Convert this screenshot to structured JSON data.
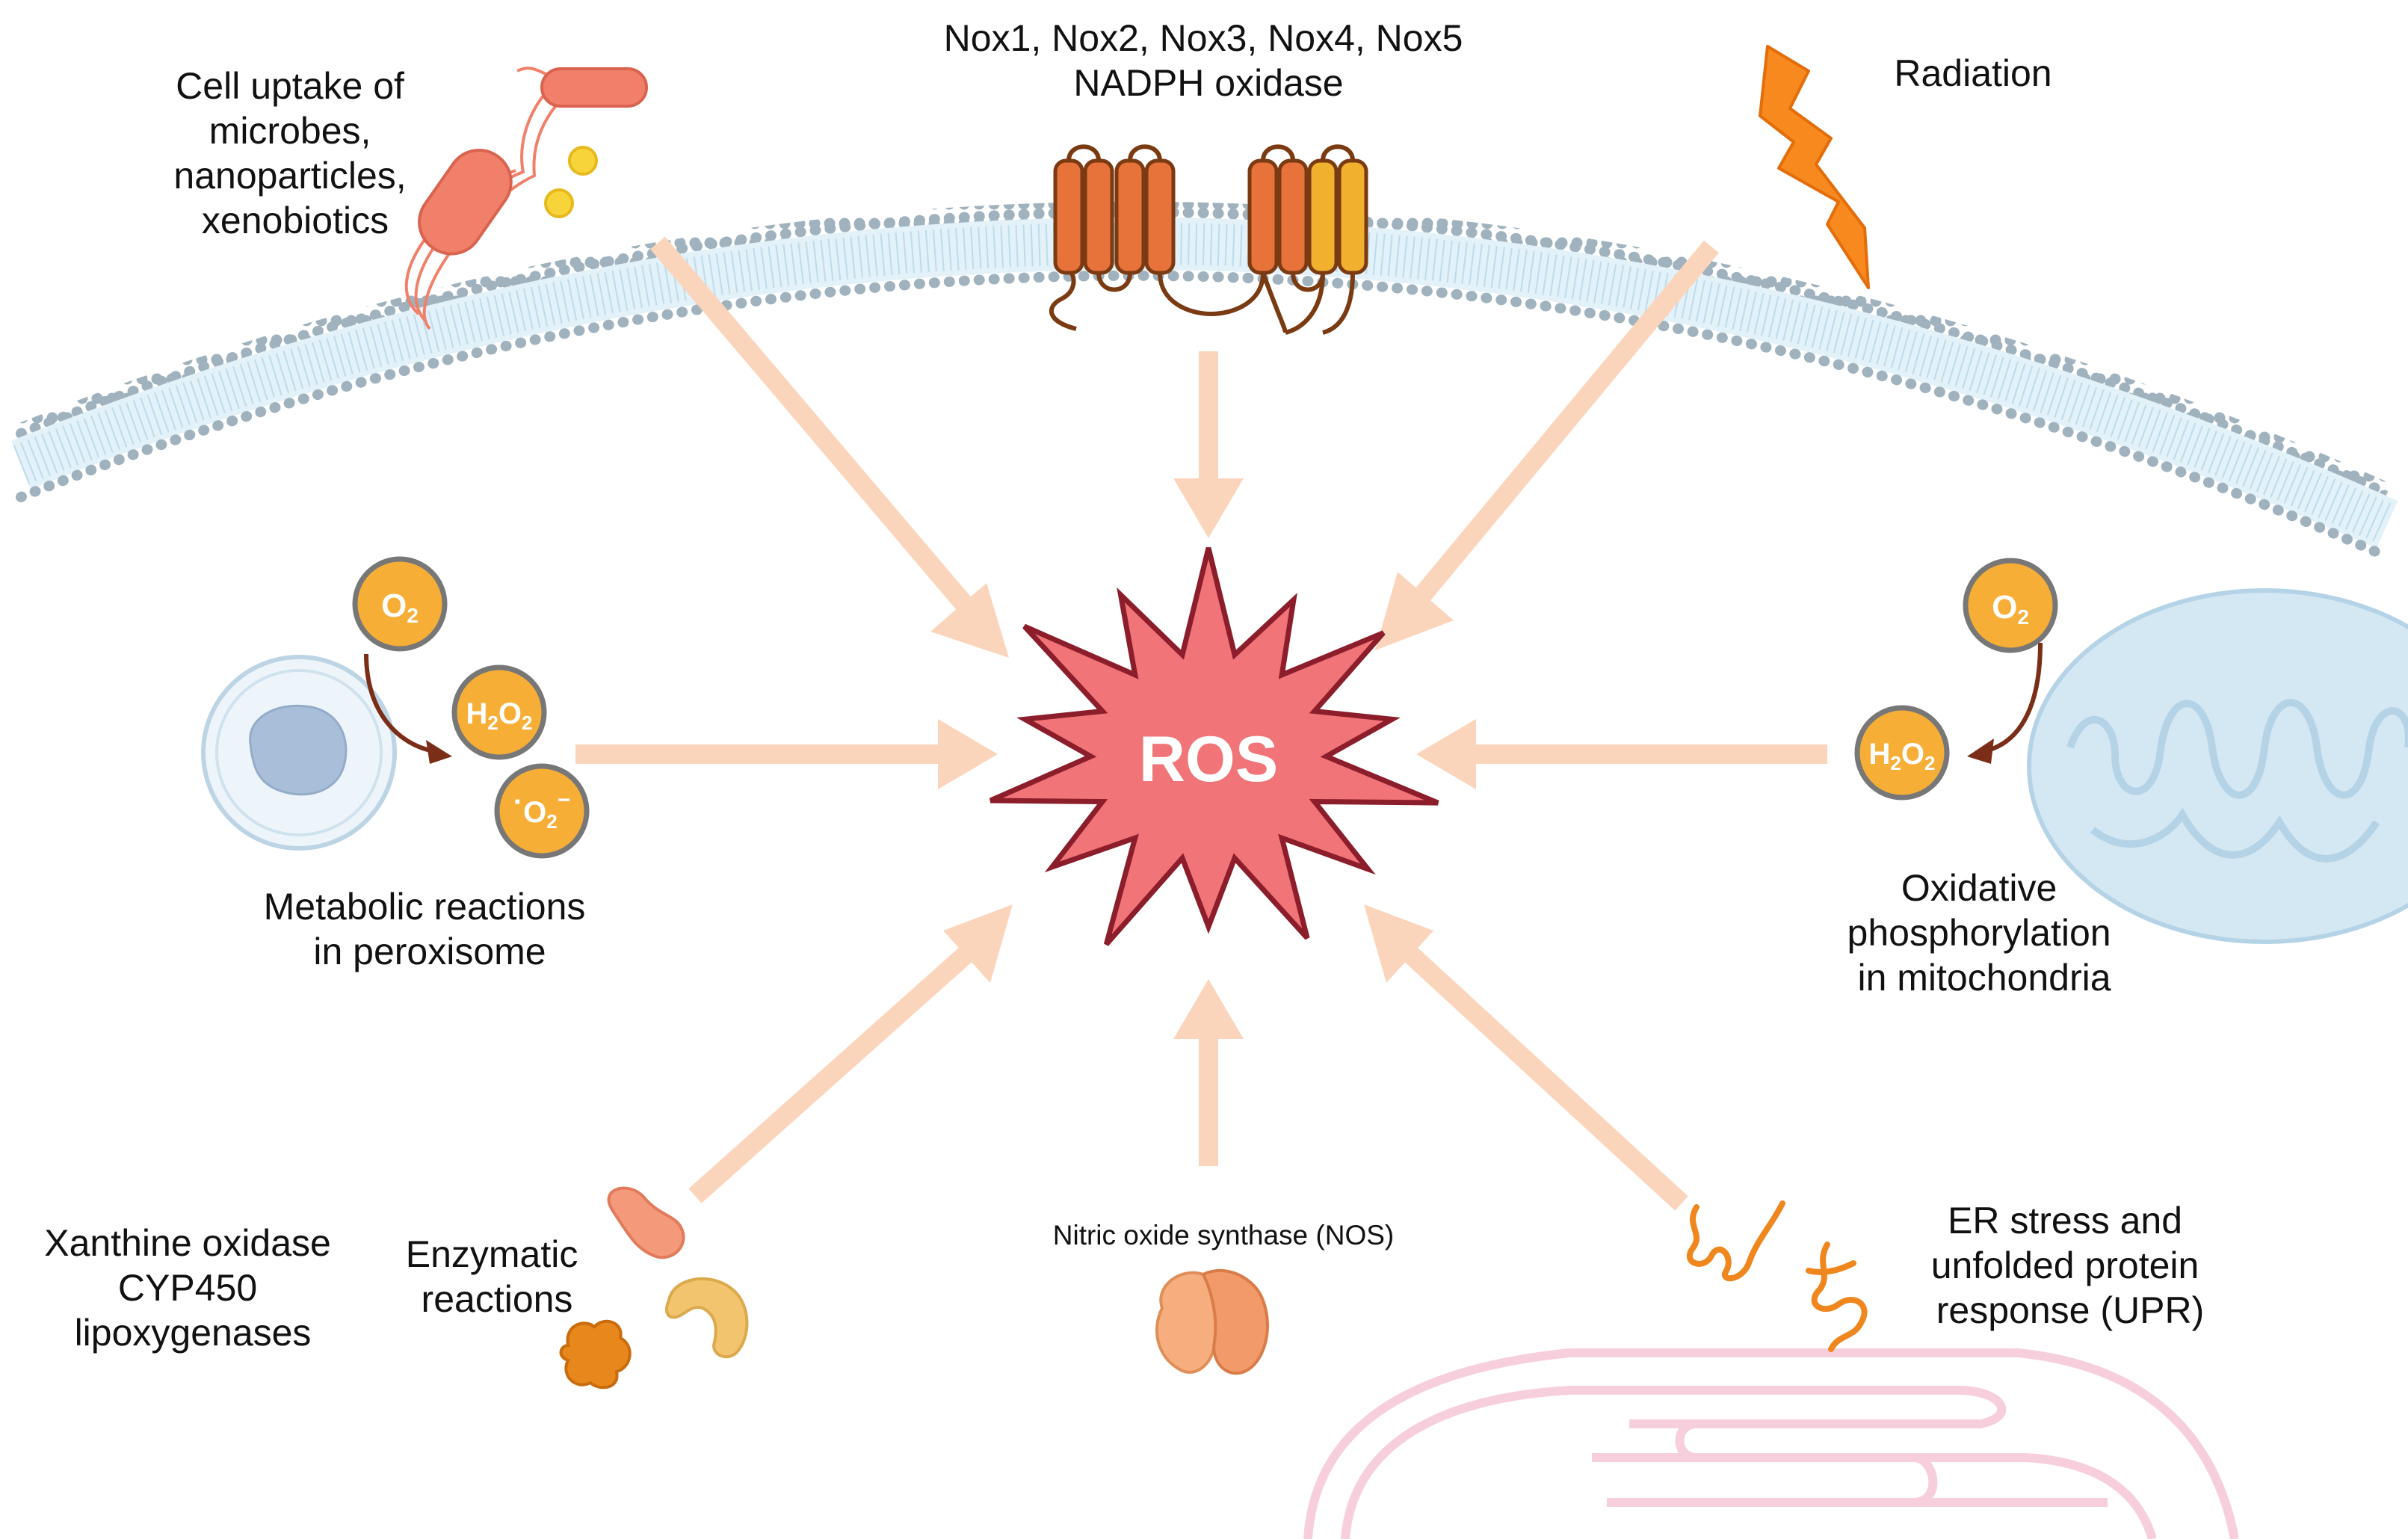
{
  "labels": {
    "cell_uptake": [
      "Cell uptake of",
      "microbes,",
      "nanoparticles,",
      "xenobiotics"
    ],
    "nox": [
      "Nox1, Nox2, Nox3, Nox4, Nox5",
      "NADPH oxidase"
    ],
    "radiation": "Radiation",
    "peroxisome": [
      "Metabolic reactions",
      "in peroxisome"
    ],
    "mitochondria": [
      "Oxidative",
      "phosphorylation",
      "in mitochondria"
    ],
    "xanthine": [
      "Xanthine oxidase",
      "CYP450",
      "lipoxygenases"
    ],
    "enzymatic": [
      "Enzymatic",
      "reactions"
    ],
    "nos": "Nitric oxide synthase (NOS)",
    "er_stress": [
      "ER stress and",
      "unfolded protein",
      "response (UPR)"
    ]
  },
  "center": {
    "label": "ROS"
  },
  "molecules": {
    "o2_main": "O",
    "o2_sub": "2",
    "h2o2_h": "H",
    "h2o2_sub1": "2",
    "h2o2_o": "O",
    "h2o2_sub2": "2",
    "superoxide_dot": "·",
    "superoxide_o": "O",
    "superoxide_sub": "2",
    "superoxide_charge": "−"
  },
  "colors": {
    "ros_fill": "#f07478",
    "ros_stroke": "#8c1d2b",
    "arrow": "#fbd5bb",
    "molecule_fill": "#f6ae36",
    "molecule_stroke": "#777777",
    "membrane_bead": "#9fb2bd",
    "membrane_inner": "#d9ecf4",
    "nox_orange": "#e8733a",
    "nox_yellow": "#f2b02f",
    "bolt": "#f7891e",
    "mitochondria": "#d4e8f3",
    "er": "#f7cfdc"
  },
  "icons": [
    "bacterium-icon",
    "nanoparticle-icon",
    "nadph-oxidase-icon",
    "lightning-bolt-icon",
    "peroxisome-icon",
    "mitochondrion-icon",
    "enzyme-icon",
    "nos-enzyme-icon",
    "unfolded-protein-icon",
    "endoplasmic-reticulum-icon"
  ]
}
